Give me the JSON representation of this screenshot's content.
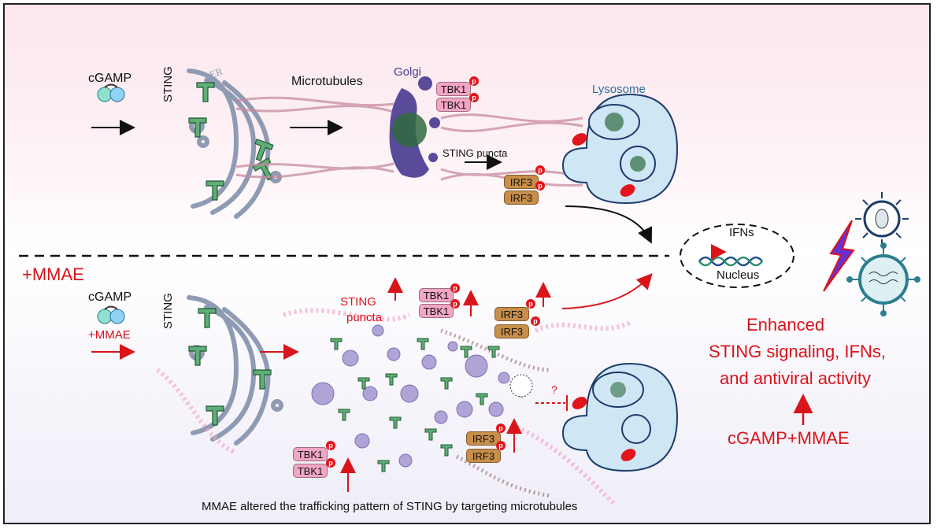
{
  "top": {
    "cgamp": "cGAMP",
    "sting": "STING",
    "er": "ER",
    "microtubules": "Microtubules",
    "golgi": "Golgi",
    "tbk1": "TBK1",
    "p": "p",
    "sting_puncta": "STING puncta",
    "irf3": "IRF3",
    "lysosome": "Lysosome"
  },
  "nucleus": {
    "ifns": "IFNs",
    "label": "Nucleus"
  },
  "bottom": {
    "mmae_header": "+MMAE",
    "cgamp": "cGAMP",
    "mmae_small": "+MMAE",
    "sting": "STING",
    "sting_puncta_line1": "STING",
    "sting_puncta_line2": "puncta",
    "tbk1": "TBK1",
    "irf3": "IRF3",
    "p": "p",
    "question": "?"
  },
  "result": {
    "line1": "Enhanced",
    "line2": "STING signaling, IFNs,",
    "line3": "and antiviral activity",
    "cause": "cGAMP+MMAE"
  },
  "caption": "MMAE altered the trafficking pattern of  STING by targeting microtubules",
  "colors": {
    "red": "#d9141b",
    "tbk1": "#f2a6c4",
    "irf3": "#c88e4a",
    "golgi": "#5a4a9a",
    "lysosome": "#cfe6f5",
    "sting": "#3f8f5a",
    "microtubule": "#c98aa0"
  }
}
